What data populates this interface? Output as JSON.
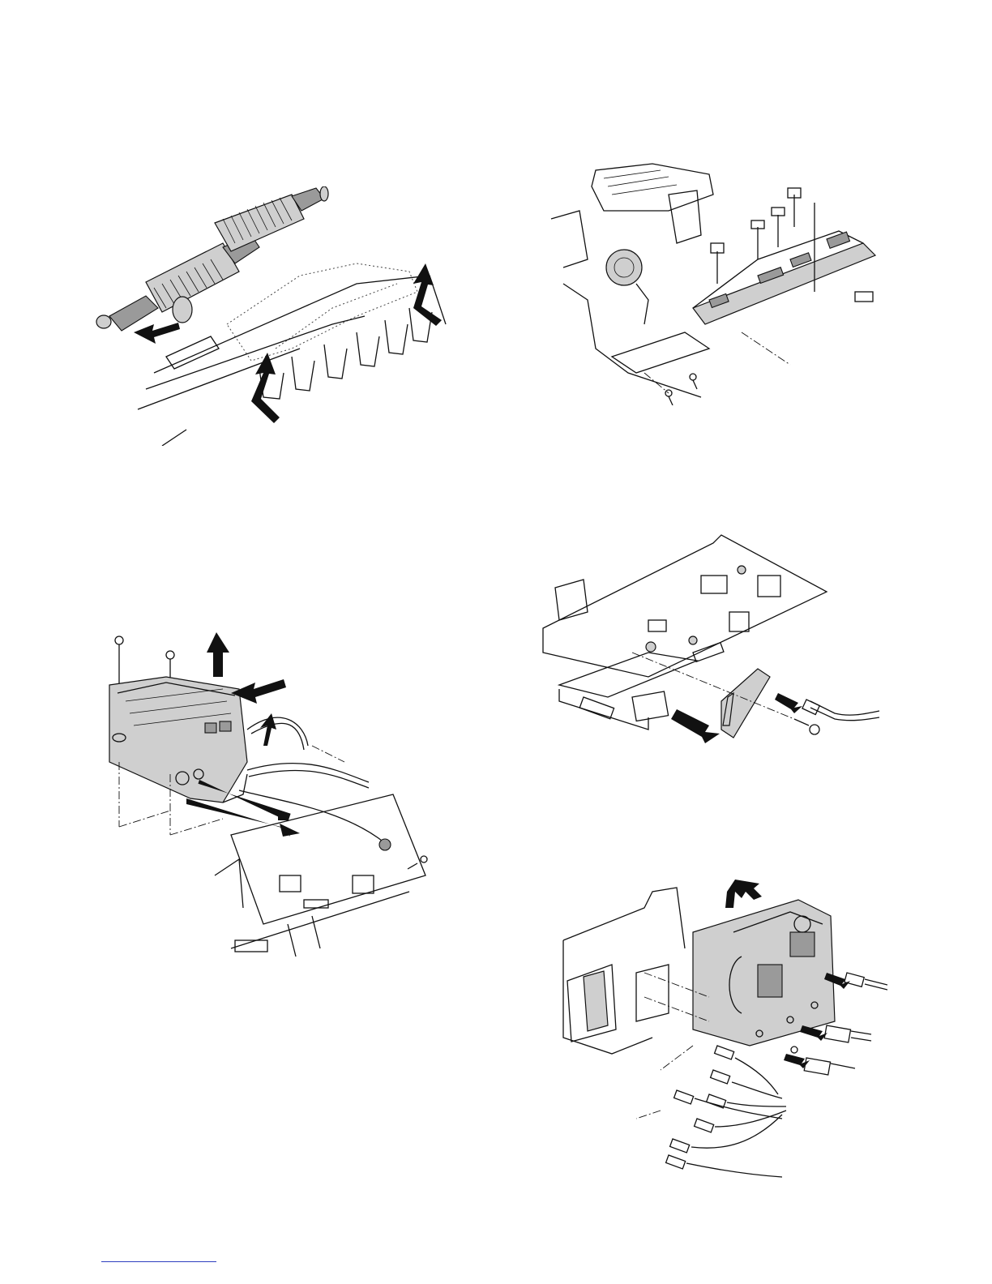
{
  "page": {
    "figures": [
      {
        "id": "roller",
        "icon": "roller-removal-diagram"
      },
      {
        "id": "board-top",
        "icon": "control-board-diagram"
      },
      {
        "id": "cover",
        "icon": "cover-removal-diagram"
      },
      {
        "id": "board-mid",
        "icon": "sensor-bracket-diagram"
      },
      {
        "id": "psu",
        "icon": "power-supply-diagram"
      }
    ]
  }
}
